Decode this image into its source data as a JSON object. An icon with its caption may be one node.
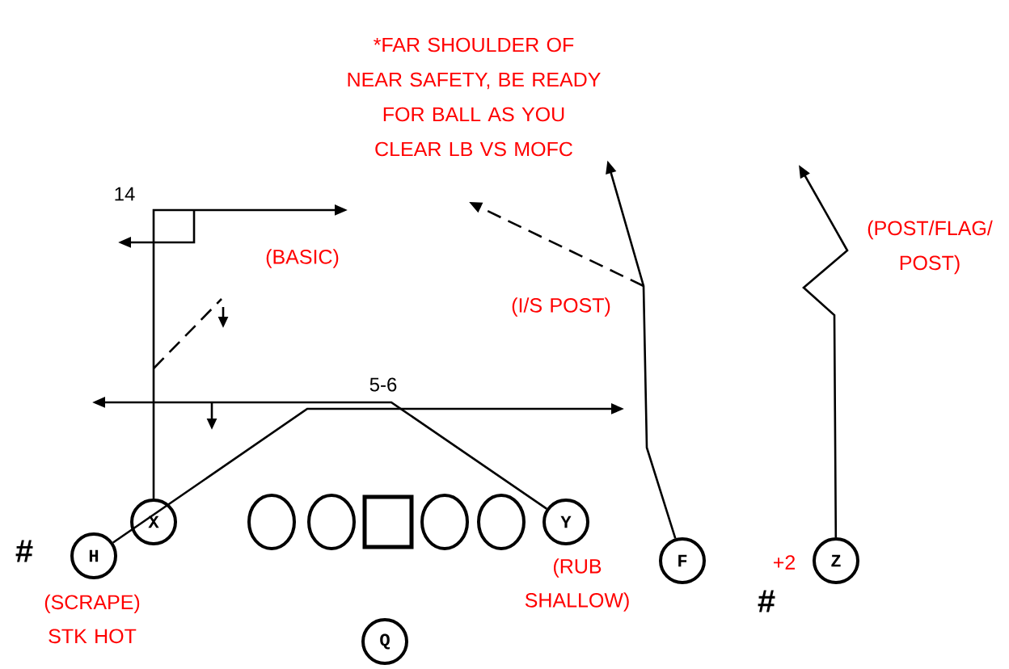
{
  "diagram": {
    "nodes": [
      {
        "text": [
          "H"
        ],
        "beside": [
          "(SCRAPE) STK HOT"
        ]
      },
      {
        "text": [
          "X"
        ]
      },
      {
        "text": [],
        "shape": "circle"
      },
      {
        "text": [],
        "shape": "circle"
      },
      {
        "text": [],
        "shape": "box"
      },
      {
        "text": [],
        "shape": "circle"
      },
      {
        "text": [],
        "shape": "circle"
      },
      {
        "text": [
          "Y"
        ],
        "beside": [
          "(RUB SHALLOW)"
        ]
      },
      {
        "text": [
          "F"
        ]
      },
      {
        "text": [
          "Z"
        ],
        "beside": [
          "+2"
        ]
      },
      {
        "text": [
          "Q"
        ]
      },
      {
        "text": [
          "*FAR SHOULDER OF NEAR SAFETY, BE READY FOR BALL AS YOU CLEAR LB VS MOFC"
        ]
      }
    ],
    "edges": [
      {
        "from": 0,
        "to": null,
        "arrow": "to"
      },
      {
        "from": 1,
        "to": null,
        "arrow": "to"
      },
      {
        "from": 7,
        "to": null,
        "arrow": "to"
      },
      {
        "from": 8,
        "to": 11,
        "arrow": "to"
      },
      {
        "from": 9,
        "to": null,
        "arrow": "to"
      }
    ],
    "labels": [
      "14",
      "(BASIC)",
      "(POST/FLAG/ POST)",
      "(I/S POST)",
      "5-6",
      "#",
      "#"
    ]
  }
}
